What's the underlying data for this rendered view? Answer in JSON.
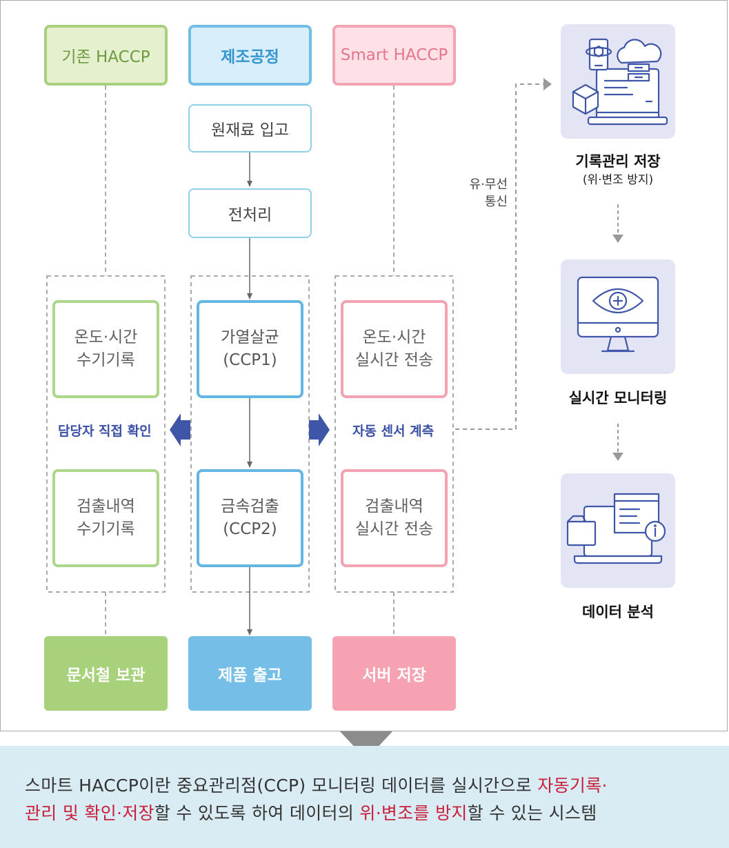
{
  "columns": {
    "legacy": {
      "header": "기존 HACCP",
      "ccp1": "온도·시간\n수기기록",
      "ccp2": "검출내역\n수기기록",
      "method": "담당자 직접 확인",
      "result": "문서철 보관"
    },
    "process": {
      "header": "제조공정",
      "step1": "원재료 입고",
      "step2": "전처리",
      "ccp1": "가열살균\n(CCP1)",
      "ccp2": "금속검출\n(CCP2)",
      "result": "제품 출고"
    },
    "smart": {
      "header": "Smart HACCP",
      "ccp1": "온도·시간\n실시간 전송",
      "ccp2": "검출내역\n실시간 전송",
      "method": "자동 센서 계측",
      "result": "서버 저장"
    }
  },
  "communication": "유·무선\n통신",
  "pipeline": [
    {
      "title": "기록관리 저장",
      "subtitle": "(위·변조 방지)",
      "icon": "cloud-device-icon"
    },
    {
      "title": "실시간 모니터링",
      "subtitle": "",
      "icon": "monitor-eye-icon"
    },
    {
      "title": "데이터 분석",
      "subtitle": "",
      "icon": "laptop-analysis-icon"
    }
  ],
  "summary": {
    "line1": [
      {
        "text": "스마트 HACCP이란 중요관리점(CCP) 모니터링 데이터를 실시간으로 ",
        "hl": false
      },
      {
        "text": "자동기록·",
        "hl": true
      }
    ],
    "line2": [
      {
        "text": "관리 및 확인·저장",
        "hl": true
      },
      {
        "text": "할 수 있도록 하여 데이터의 ",
        "hl": false
      },
      {
        "text": "위·변조를 방지",
        "hl": true
      },
      {
        "text": "할 수 있는 시스템",
        "hl": false
      }
    ]
  },
  "colors": {
    "legacy": "#a8cf7e",
    "process": "#72bde6",
    "smart": "#f2a4b2",
    "arrow": "#3f55a8",
    "highlight": "#c81e3a"
  }
}
